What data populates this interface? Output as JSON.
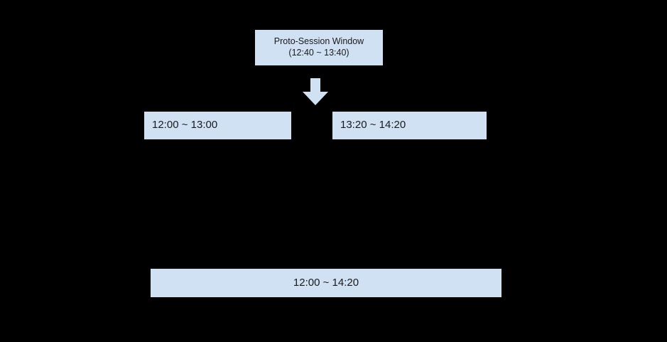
{
  "diagram": {
    "background_color": "#000000",
    "node_fill_color": "#d0e1f3",
    "node_text_color": "#1a1a1a",
    "proto_session": {
      "title": "Proto-Session Window",
      "range": "(12:40 ~ 13:40)"
    },
    "arrow": {
      "icon": "arrow-down-icon",
      "direction": "down"
    },
    "candidate_sessions": [
      {
        "label": "12:00 ~ 13:00"
      },
      {
        "label": "13:20 ~ 14:20"
      }
    ],
    "merged_session": {
      "label": "12:00 ~ 14:20"
    }
  }
}
